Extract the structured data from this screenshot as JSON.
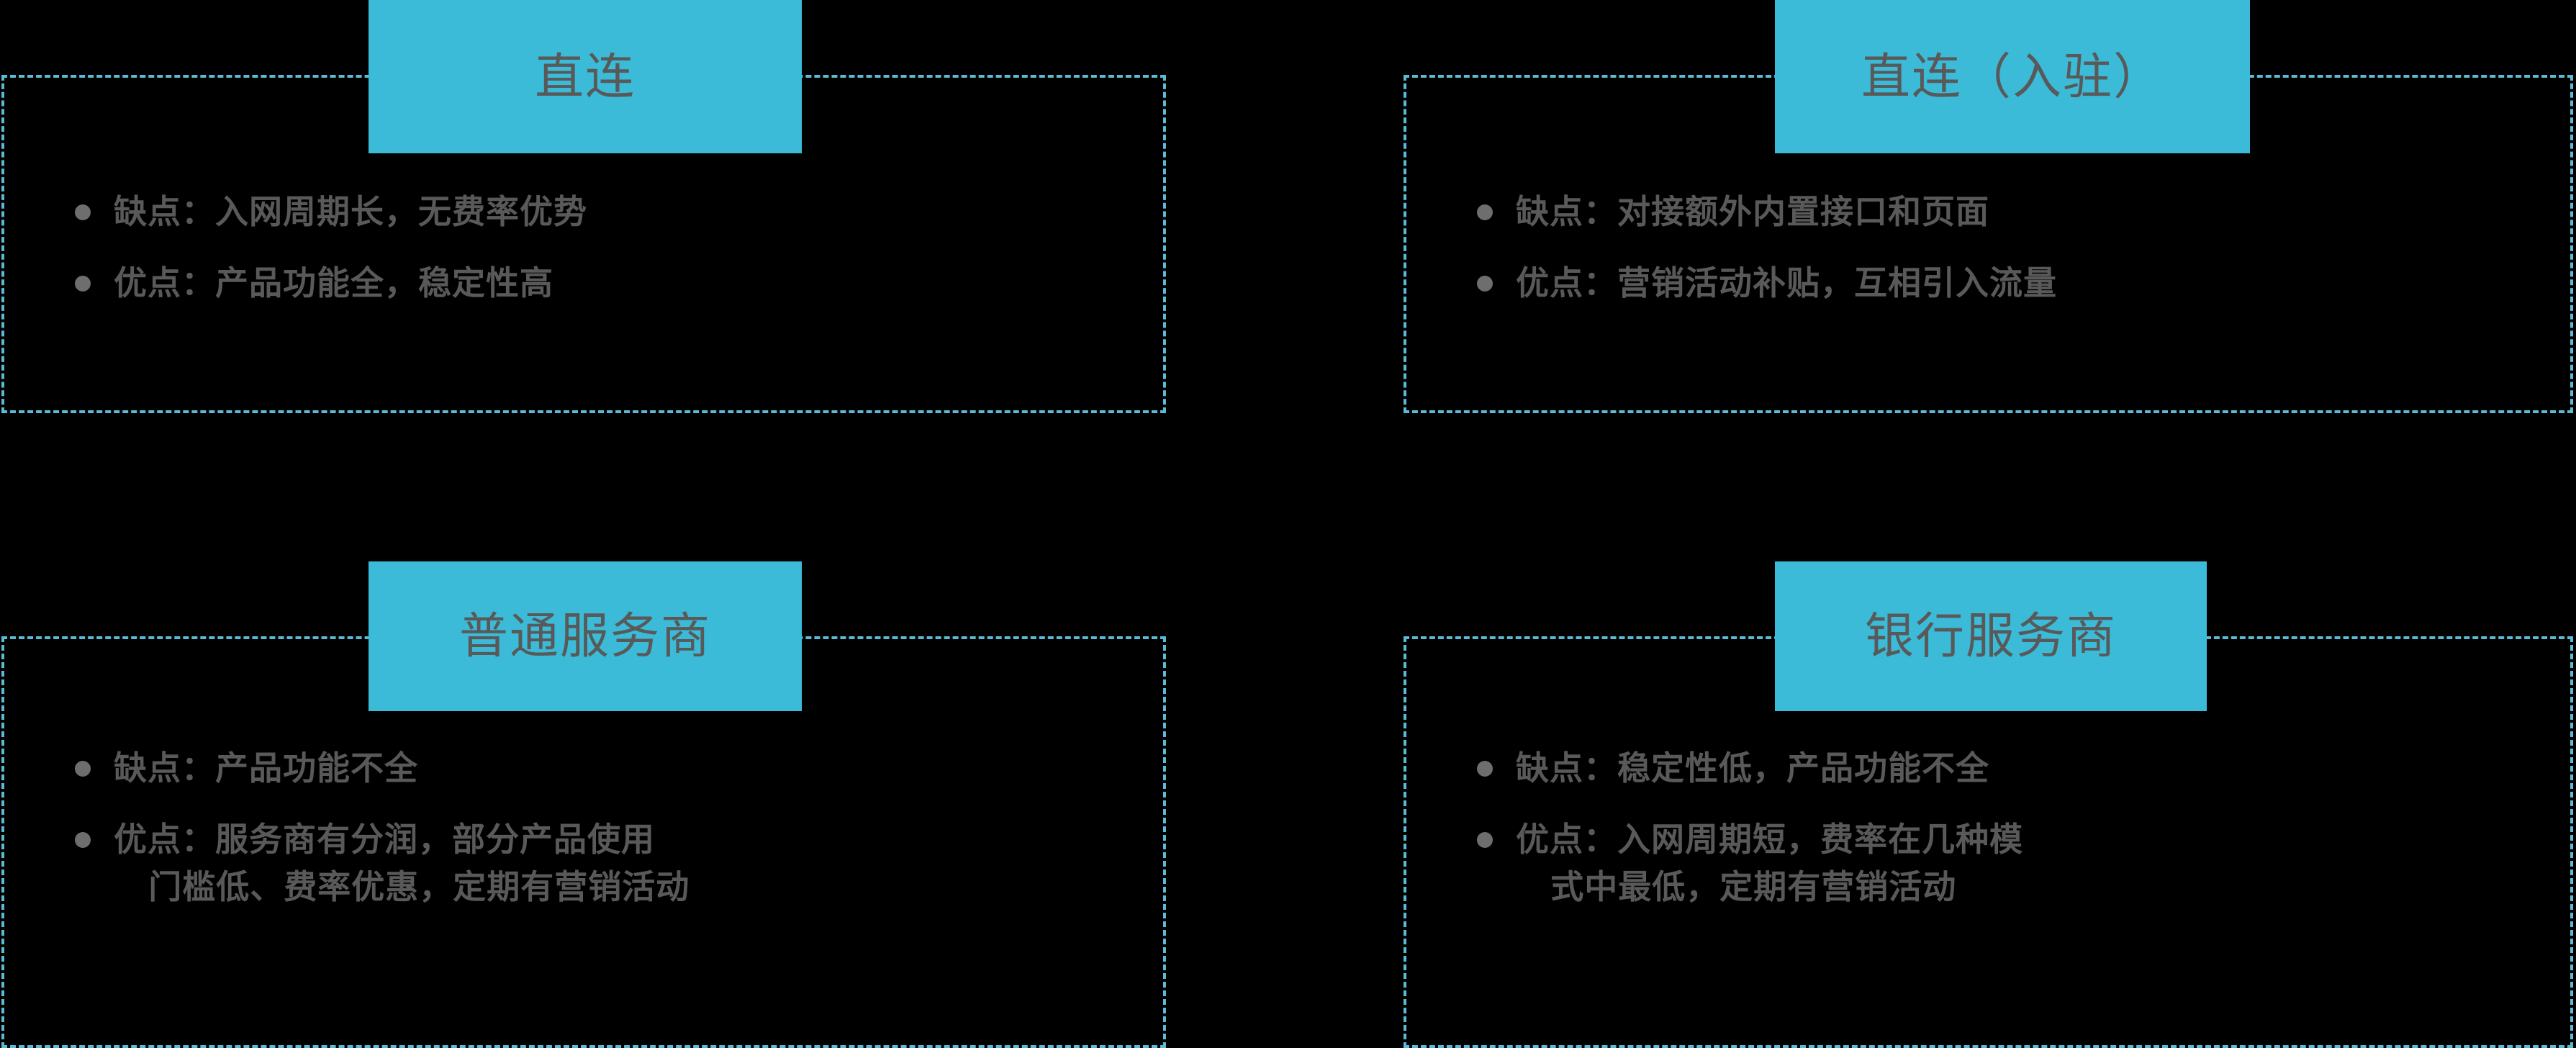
{
  "theme": {
    "background": "#000000",
    "accent_cyan": "#3BBBD7",
    "dash_border": "#5BBBD6",
    "text_gray": "#595959",
    "bullet_gray": "#6E6E6E"
  },
  "cards": [
    {
      "id": "direct-connect",
      "title": "直连",
      "bullets": [
        {
          "label": "缺点",
          "lines": [
            "缺点：入网周期长，无费率优势"
          ]
        },
        {
          "label": "优点",
          "lines": [
            "优点：产品功能全，稳定性高"
          ]
        }
      ]
    },
    {
      "id": "direct-connect-settled",
      "title": "直连（入驻）",
      "bullets": [
        {
          "label": "缺点",
          "lines": [
            "缺点：对接额外内置接口和页面"
          ]
        },
        {
          "label": "优点",
          "lines": [
            "优点：营销活动补贴，互相引入流量"
          ]
        }
      ]
    },
    {
      "id": "general-service-provider",
      "title": "普通服务商",
      "bullets": [
        {
          "label": "缺点",
          "lines": [
            "缺点：产品功能不全"
          ]
        },
        {
          "label": "优点",
          "lines": [
            "优点：服务商有分润，部分产品使用",
            "门槛低、费率优惠，定期有营销活动"
          ]
        }
      ]
    },
    {
      "id": "bank-service-provider",
      "title": "银行服务商",
      "bullets": [
        {
          "label": "缺点",
          "lines": [
            "缺点：稳定性低，产品功能不全"
          ]
        },
        {
          "label": "优点",
          "lines": [
            "优点：入网周期短，费率在几种模",
            "式中最低，定期有营销活动"
          ]
        }
      ]
    }
  ]
}
